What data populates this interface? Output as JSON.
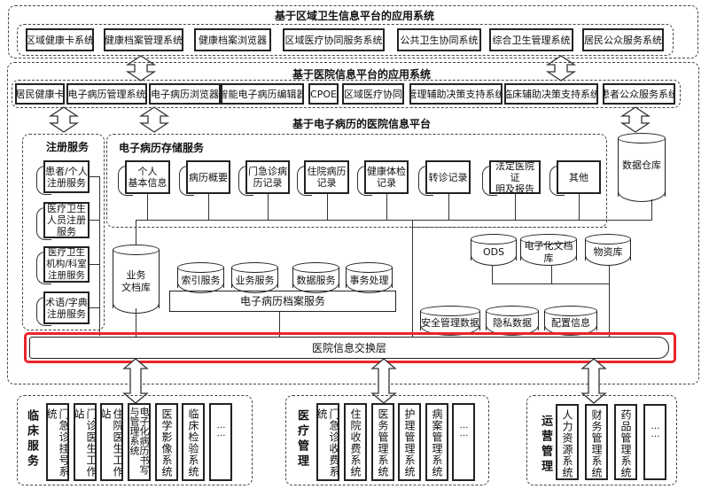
{
  "regional": {
    "title": "基于区域卫生信息平台的应用系统",
    "items": [
      "区域健康卡系统",
      "健康档案管理系统",
      "健康档案浏览器",
      "区域医疗协同服务系统",
      "公共卫生协同系统",
      "综合卫生管理系统",
      "居民公众服务系统"
    ]
  },
  "hospital_apps": {
    "title": "基于医院信息平台的应用系统",
    "items": [
      "居民健康卡",
      "电子病历管理系统",
      "电子病历浏览器",
      "智能电子病历编辑器",
      "CPOE",
      "区域医疗协同",
      "管理辅助决策支持系统",
      "临床辅助决策支持系统",
      "患者公众服务系统"
    ]
  },
  "emr_platform": {
    "title": "基于电子病历的医院信息平台",
    "registration": {
      "title": "注册服务",
      "items": [
        "患者/个人\n注册服务",
        "医疗卫生\n人员注册\n服务",
        "医疗卫生\n机构/科室\n注册服务",
        "术语/字典\n注册服务"
      ]
    },
    "storage": {
      "title": "电子病历存储服务",
      "items": [
        "个人\n基本信息",
        "病历概要",
        "门急诊病\n历记录",
        "住院病历\n记录",
        "健康体检\n记录",
        "转诊记录",
        "法定医院证\n明及报告",
        "其他"
      ]
    },
    "data_warehouse": "数据仓库",
    "business_doc_store": "业务\n文档库",
    "archive_service": {
      "title": "电子病历档案服务",
      "items": [
        "索引服务",
        "业务服务",
        "数据服务",
        "事务处理"
      ]
    },
    "stores_top": [
      "ODS",
      "电子化文档库",
      "物资库"
    ],
    "stores_bottom": [
      "安全管理数据",
      "隐私数据",
      "配置信息"
    ],
    "exchange_layer": "医院信息交换层"
  },
  "bottom_groups": [
    {
      "label": "临床服务",
      "items": [
        "门急诊挂号系统",
        "门诊医生工作站",
        "住院医生工作站",
        "电子化病历书写与管理系统",
        "医学影像系统",
        "临床检验系统",
        "……"
      ]
    },
    {
      "label": "医疗管理",
      "items": [
        "门急诊收费系统",
        "住院收费系统",
        "医务管理系统",
        "护理管理系统",
        "病案管理系统",
        "……"
      ]
    },
    {
      "label": "运营管理",
      "items": [
        "人力资源系统",
        "财务管理系统",
        "药品管理系统",
        "……"
      ]
    }
  ],
  "colors": {
    "highlight": "#e8262b",
    "line": "#222222"
  }
}
